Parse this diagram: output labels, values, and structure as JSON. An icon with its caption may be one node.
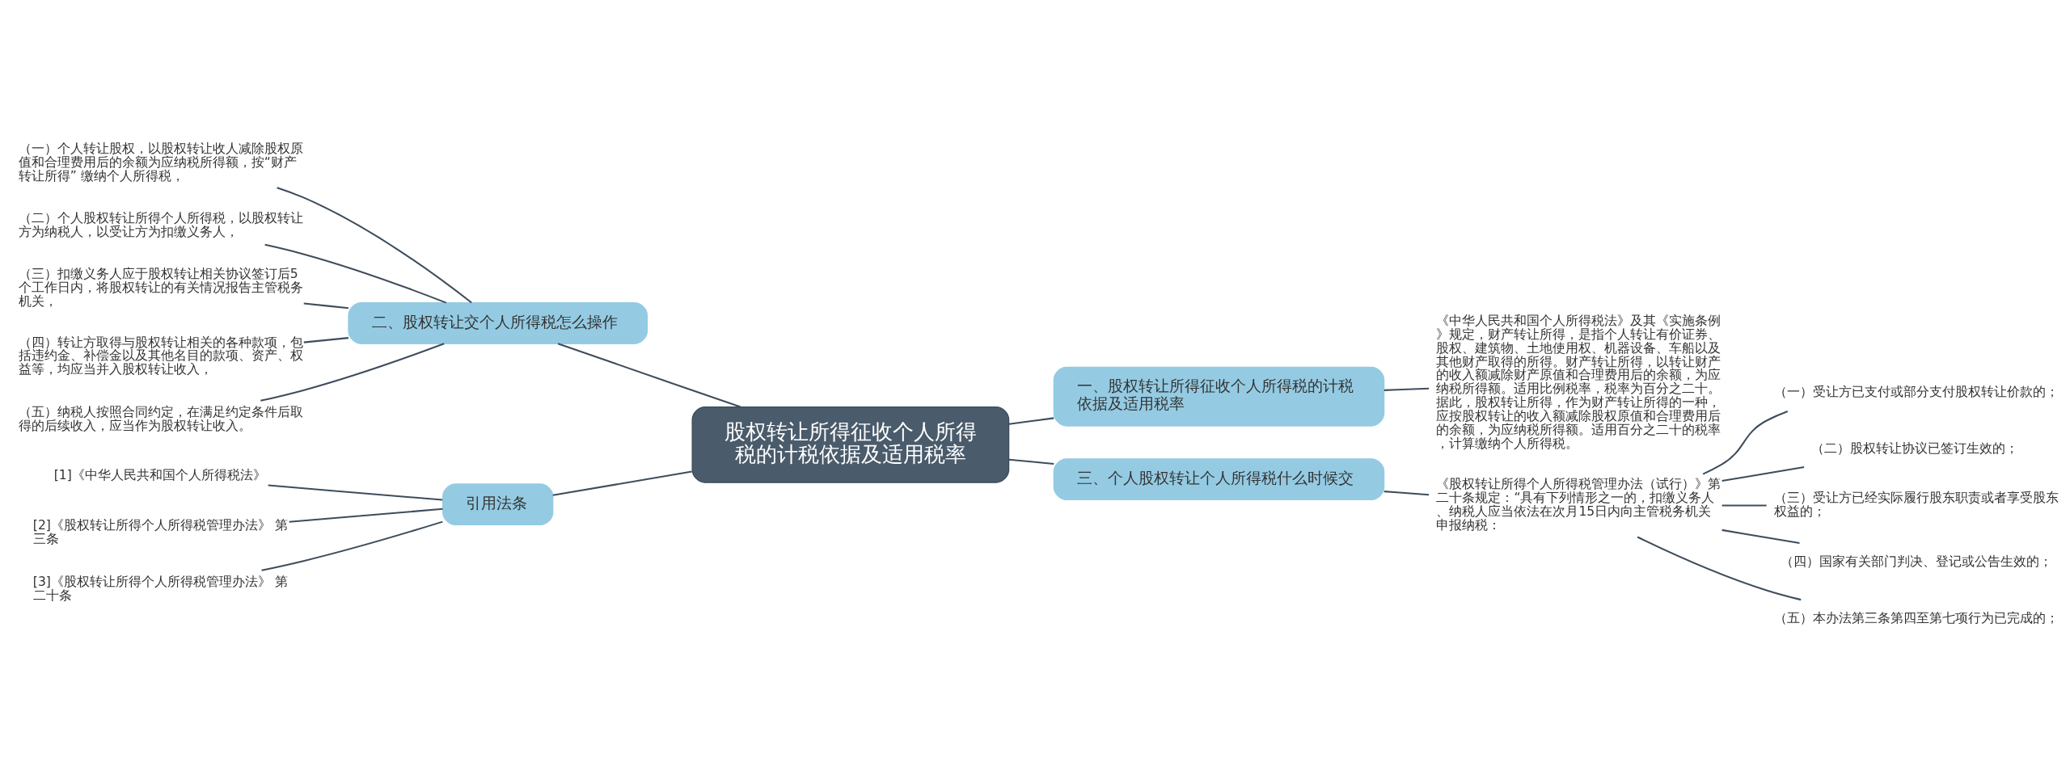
{
  "diagram": {
    "nodes": [
      {
        "text": [
          "股权转让所得征收个人所得税的计税依据及适用税率"
        ]
      },
      {
        "text": [
          "一、股权转让所得征收个人所得税的计税依据及适用税率"
        ]
      },
      {
        "text": [
          "《中华人民共和国个人所得税法》及其《实施条例》规定，财产转让所得，是指个人转让有价证券、股权、建筑物、土地使用权、机器设备、车船以及其他财产取得的所得。财产转让所得，以转让财产的收入额减除财产原值和合理费用后的余额，为应纳税所得额。适用比例税率，税率为百分之二十。据此，股权转让所得，作为财产转让所得的一种，应按股权转让的收入额减除股权原值和合理费用后的余额，为应纳税所得额。适用百分之二十的税率，计算缴纳个人所得税。"
        ]
      },
      {
        "text": [
          "三、个人股权转让个人所得税什么时候交"
        ]
      },
      {
        "text": [
          "《股权转让所得个人所得税管理办法（试行）》第二十条规定：“具有下列情形之一的，扣缴义务人、纳税人应当依法在次月15日内向主管税务机关申报纳税："
        ]
      },
      {
        "text": [
          "（一）受让方已支付或部分支付股权转让价款的；"
        ]
      },
      {
        "text": [
          "（二）股权转让协议已签订生效的；"
        ]
      },
      {
        "text": [
          "（三）受让方已经实际履行股东职责或者享受股东权益的；"
        ]
      },
      {
        "text": [
          "（四）国家有关部门判决、登记或公告生效的；"
        ]
      },
      {
        "text": [
          "（五）本办法第三条第四至第七项行为已完成的；"
        ]
      },
      {
        "text": [
          "二、股权转让交个人所得税怎么操作"
        ]
      },
      {
        "text": [
          "（一）个人转让股权，以股权转让收人减除股权原值和合理费用后的余额为应纳税所得额，按“财产转让所得” 缴纳个人所得税，"
        ]
      },
      {
        "text": [
          "（二）个人股权转让所得个人所得税，以股权转让方为纳税人，以受让方为扣缴义务人，"
        ]
      },
      {
        "text": [
          "（三）扣缴义务人应于股权转让相关协议签订后5个工作日内，将股权转让的有关情况报告主管税务机关，"
        ]
      },
      {
        "text": [
          "（四）转让方取得与股权转让相关的各种款项，包括违约金、补偿金以及其他名目的款项、资产、权益等，均应当并入股权转让收入，"
        ]
      },
      {
        "text": [
          "（五）纳税人按照合同约定，在满足约定条件后取得的后续收入，应当作为股权转让收入。"
        ]
      },
      {
        "text": [
          "引用法条"
        ]
      },
      {
        "text": [
          "[1]《中华人民共和国个人所得税法》"
        ]
      },
      {
        "text": [
          "[2]《股权转让所得个人所得税管理办法》 第三条"
        ]
      },
      {
        "text": [
          "[3]《股权转让所得个人所得税管理办法》 第二十条"
        ]
      }
    ],
    "edges": [
      {
        "from": 0,
        "to": 1,
        "arrow": "none"
      },
      {
        "from": 1,
        "to": 2,
        "arrow": "none"
      },
      {
        "from": 0,
        "to": 3,
        "arrow": "none"
      },
      {
        "from": 3,
        "to": 4,
        "arrow": "none"
      },
      {
        "from": 4,
        "to": 5,
        "arrow": "none"
      },
      {
        "from": 4,
        "to": 6,
        "arrow": "none"
      },
      {
        "from": 4,
        "to": 7,
        "arrow": "none"
      },
      {
        "from": 4,
        "to": 8,
        "arrow": "none"
      },
      {
        "from": 4,
        "to": 9,
        "arrow": "none"
      },
      {
        "from": 0,
        "to": 10,
        "arrow": "none"
      },
      {
        "from": 10,
        "to": 11,
        "arrow": "none"
      },
      {
        "from": 10,
        "to": 12,
        "arrow": "none"
      },
      {
        "from": 10,
        "to": 13,
        "arrow": "none"
      },
      {
        "from": 10,
        "to": 14,
        "arrow": "none"
      },
      {
        "from": 10,
        "to": 15,
        "arrow": "none"
      },
      {
        "from": 0,
        "to": 16,
        "arrow": "none"
      },
      {
        "from": 16,
        "to": 17,
        "arrow": "none"
      },
      {
        "from": 16,
        "to": 18,
        "arrow": "none"
      },
      {
        "from": 16,
        "to": 19,
        "arrow": "none"
      }
    ]
  }
}
